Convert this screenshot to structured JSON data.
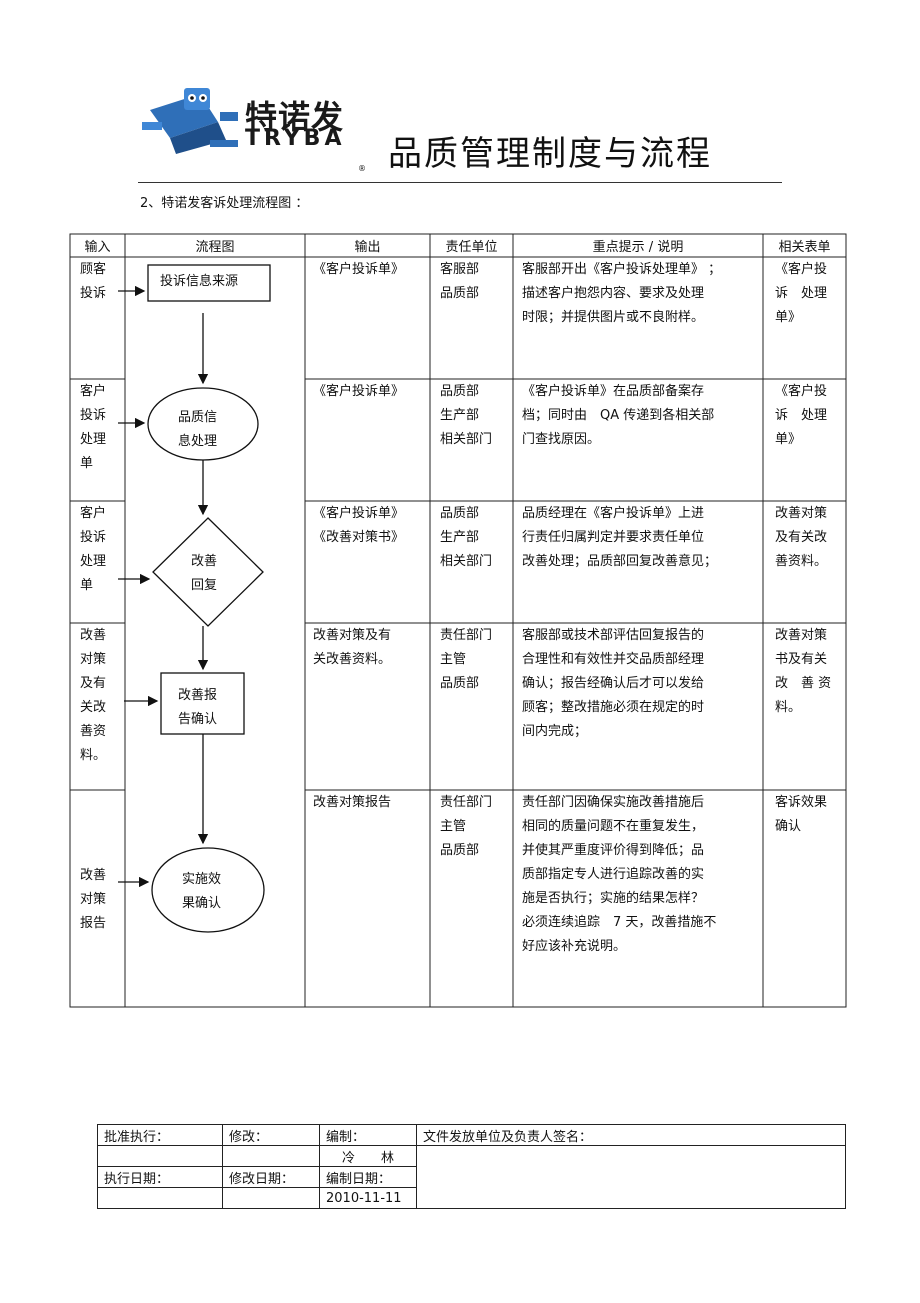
{
  "logo": {
    "cn": "特诺发",
    "en": "TRYBA",
    "reg": "®"
  },
  "doc_title": "品质管理制度与流程",
  "section_title": "2、特诺发客诉处理流程图 ：",
  "headers": [
    "输入",
    "流程图",
    "输出",
    "责任单位",
    "重点提示 / 说明",
    "相关表单"
  ],
  "rows": [
    {
      "input": [
        "顾客",
        "投诉"
      ],
      "output": [
        "《客户投诉单》"
      ],
      "dept": [
        "客服部",
        "品质部"
      ],
      "note": [
        "客服部开出《客户投诉处理单》 ；",
        "描述客户抱怨内容、要求及处理",
        "时限；并提供图片或不良附样。"
      ],
      "form": [
        "《客户投",
        "诉　处理",
        "单》"
      ]
    },
    {
      "input": [
        "客户",
        "投诉",
        "处理",
        "单"
      ],
      "output": [
        "《客户投诉单》"
      ],
      "dept": [
        "品质部",
        "生产部",
        "相关部门"
      ],
      "note": [
        "《客户投诉单》在品质部备案存",
        "档；同时由　QA 传递到各相关部",
        "门查找原因。"
      ],
      "form": [
        "《客户投",
        "诉　处理",
        "单》"
      ]
    },
    {
      "input": [
        "客户",
        "投诉",
        "处理",
        "单"
      ],
      "output": [
        "《客户投诉单》",
        "《改善对策书》"
      ],
      "dept": [
        "品质部",
        "生产部",
        "相关部门"
      ],
      "note": [
        "品质经理在《客户投诉单》上进",
        "行责任归属判定并要求责任单位",
        "改善处理；品质部回复改善意见；"
      ],
      "form": [
        "改善对策",
        "及有关改",
        "善资料。"
      ]
    },
    {
      "input": [
        "改善",
        "对策",
        "及有",
        "关改",
        "善资",
        "料。"
      ],
      "output": [
        "改善对策及有",
        "关改善资料。"
      ],
      "dept": [
        "责任部门",
        "主管",
        "品质部"
      ],
      "note": [
        "客服部或技术部评估回复报告的",
        "合理性和有效性并交品质部经理",
        "确认；报告经确认后才可以发给",
        "顾客；整改措施必须在规定的时",
        "间内完成；"
      ],
      "form": [
        "改善对策",
        "书及有关",
        "改　善 资",
        "料。"
      ]
    },
    {
      "input": [
        "改善",
        "对策",
        "报告"
      ],
      "output": [
        "改善对策报告"
      ],
      "dept": [
        "责任部门",
        "主管",
        "品质部"
      ],
      "note": [
        "责任部门因确保实施改善措施后",
        "相同的质量问题不在重复发生，",
        "并使其严重度评价得到降低；品",
        "质部指定专人进行追踪改善的实",
        "施是否执行；实施的结果怎样？",
        "必须连续追踪　7 天，改善措施不",
        "好应该补充说明。"
      ],
      "form": [
        "客诉效果",
        "确认"
      ]
    }
  ],
  "flow": {
    "step1": "投诉信息来源",
    "step2": [
      "品质信",
      "息处理"
    ],
    "step3": [
      "改善",
      "回复"
    ],
    "step4": [
      "改善报",
      "告确认"
    ],
    "step5": [
      "实施效",
      "果确认"
    ]
  },
  "footer": {
    "approve": "批准执行：",
    "revise": "修改：",
    "compile": "编制：",
    "distribute": "文件发放单位及负责人签名：",
    "compiler": "冷　　林",
    "exec_date": "执行日期：",
    "revise_date": "修改日期：",
    "compile_date": "编制日期：",
    "date_value": "2010-11-11"
  }
}
